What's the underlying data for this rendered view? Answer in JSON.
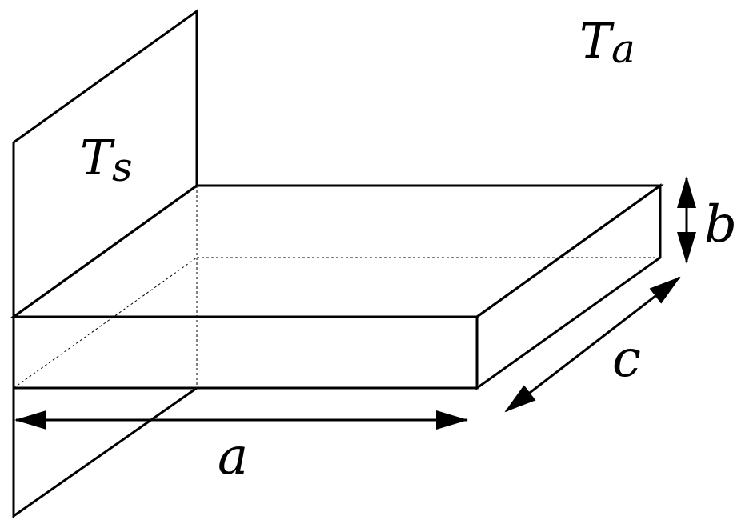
{
  "diagram": {
    "labels": {
      "ambient_temp": {
        "main": "T",
        "sub": "a"
      },
      "surface_temp": {
        "main": "T",
        "sub": "s"
      },
      "length": "a",
      "thickness": "b",
      "width": "c"
    },
    "colors": {
      "line": "#000000",
      "background": "#ffffff"
    }
  }
}
